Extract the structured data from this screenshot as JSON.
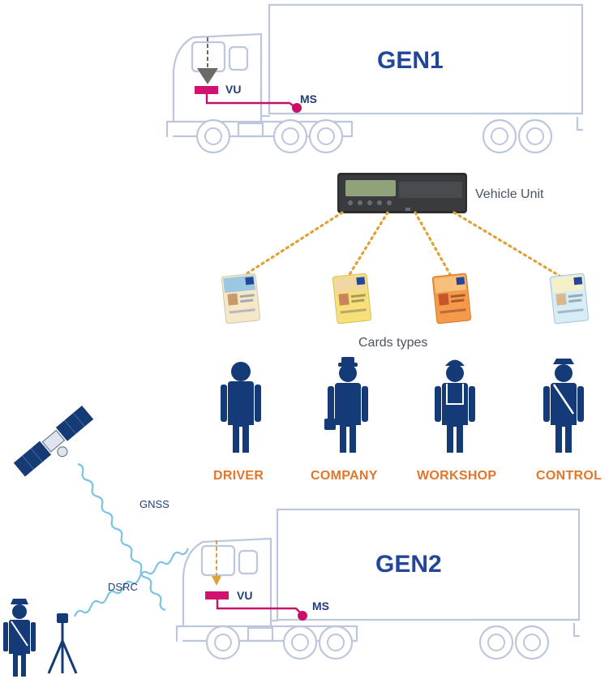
{
  "gen1": {
    "title": "GEN1",
    "vu_label": "VU",
    "ms_label": "MS"
  },
  "vehicle_unit": {
    "label": "Vehicle Unit"
  },
  "cards": {
    "caption": "Cards types"
  },
  "roles": [
    "DRIVER",
    "COMPANY",
    "WORKSHOP",
    "CONTROL"
  ],
  "gen2": {
    "title": "GEN2",
    "vu_label": "VU",
    "ms_label": "MS",
    "gnss_label": "GNSS",
    "dsrc_label": "DSRC"
  },
  "colors": {
    "truck_outline": "#bcc6dd",
    "vu_magenta": "#d1126e",
    "person_navy": "#143b78",
    "role_orange": "#e2762a",
    "title_blue": "#22479a",
    "signal_blue": "#7cc4e4",
    "dotted_orange": "#e0a238"
  },
  "card_colors": {
    "driver": [
      "#f4e8c8",
      "#9cc7e3"
    ],
    "company": [
      "#f5e07a",
      "#f0d8a0"
    ],
    "workshop": [
      "#f49a4a",
      "#f7c07a"
    ],
    "control": [
      "#d6ecf7",
      "#f5f0c8"
    ]
  }
}
